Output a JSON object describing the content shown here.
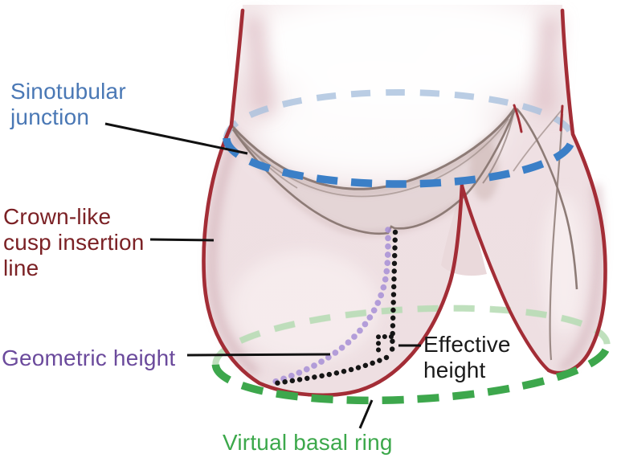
{
  "figure": {
    "type": "anatomical-diagram",
    "subject": "Aortic root and aortic valve with surgical measurement landmarks"
  },
  "labels": {
    "sinotubular_junction": {
      "line1": "Sinotubular",
      "line2": "junction",
      "color": "#4a78b5"
    },
    "crown_like_cusp_insertion_line": {
      "line1": "Crown-like",
      "line2": "cusp insertion",
      "line3": "line",
      "color": "#7b2125"
    },
    "geometric_height": {
      "text": "Geometric height",
      "color": "#6b4a9c"
    },
    "effective_height": {
      "line1": "Effective",
      "line2": "height",
      "color": "#1a1a1a"
    },
    "virtual_basal_ring": {
      "text": "Virtual basal ring",
      "color": "#3ca84b"
    }
  },
  "line_colors": {
    "sinotubular_junction_dashed_ellipse": "#3b7fc7",
    "sinotubular_junction_back_arc": "#a9c1dd",
    "virtual_basal_ring_dashed_ellipse": "#3da74c",
    "virtual_basal_ring_back_arc": "#b4dab2",
    "cusp_insertion_line_red": "#a32d36",
    "geometric_height_dotted": "#a78fd6",
    "effective_height_dotted": "#151515",
    "leaflet_free_edge_gray": "#8d7b76",
    "pointer_lines": "#111111",
    "vessel_wall_pink": "#eedfe2"
  }
}
